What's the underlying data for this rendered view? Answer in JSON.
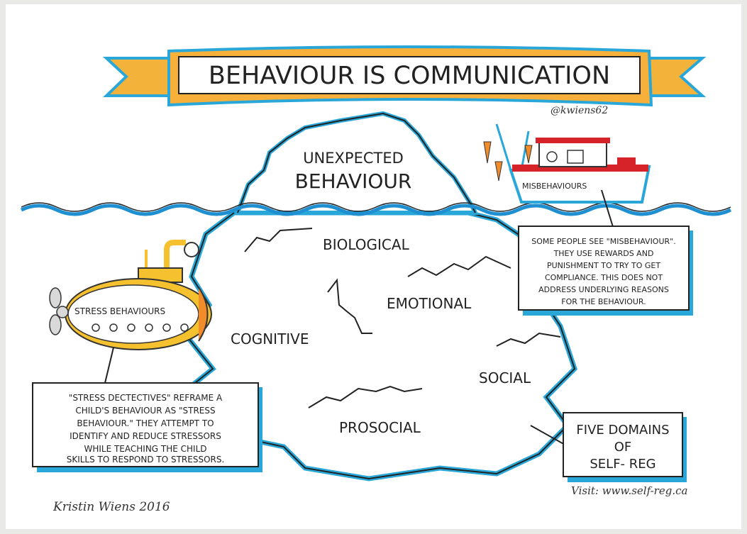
{
  "banner": {
    "title": "BEHAVIOUR IS COMMUNICATION",
    "handle": "@kwiens62"
  },
  "iceberg": {
    "tip_line1": "UNEXPECTED",
    "tip_line2": "BEHAVIOUR",
    "domains": {
      "biological": "BIOLOGICAL",
      "emotional": "EMOTIONAL",
      "cognitive": "COGNITIVE",
      "social": "SOCIAL",
      "prosocial": "PROSOCIAL"
    }
  },
  "boat": {
    "label": "MISBEHAVIOURS",
    "note_lines": [
      "SOME PEOPLE SEE \"MISBEHAVIOUR\".",
      "THEY USE REWARDS AND",
      "PUNISHMENT TO TRY TO GET",
      "COMPLIANCE. THIS DOES NOT",
      "ADDRESS UNDERLYING REASONS",
      "FOR THE BEHAVIOUR."
    ]
  },
  "submarine": {
    "label": "STRESS BEHAVIOURS",
    "note_lines": [
      "\"STRESS DECTECTIVES\" REFRAME A",
      "CHILD'S BEHAVIOUR AS \"STRESS",
      "BEHAVIOUR.\" THEY ATTEMPT TO",
      "IDENTIFY AND REDUCE STRESSORS",
      "WHILE TEACHING THE CHILD",
      "SKILLS TO RESPOND TO STRESSORS."
    ]
  },
  "five_domains_box": {
    "line1": "FIVE DOMAINS",
    "line2": "OF",
    "line3": "SELF- REG"
  },
  "footer": {
    "visit": "Visit: www.self-reg.ca",
    "signature": "Kristin Wiens 2016"
  },
  "colors": {
    "banner_orange": "#f3b23a",
    "outline_blue": "#2aa7d9",
    "water_blue": "#1e8fd0",
    "boat_red": "#d6232a",
    "sub_yellow": "#f6c12e",
    "paper": "#ffffff"
  }
}
